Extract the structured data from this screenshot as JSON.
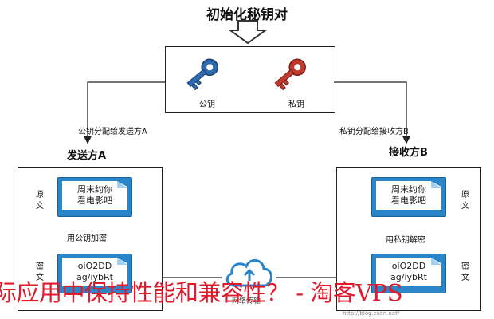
{
  "title": "初始化秘钥对",
  "keys": {
    "public_label": "公钥",
    "private_label": "私钥",
    "public_color": "#2f6db3",
    "private_color": "#c0392b"
  },
  "edges": {
    "to_sender": "公钥分配给发送方A",
    "to_receiver": "私钥分配给接收方B"
  },
  "sender": {
    "name": "发送方A",
    "plain_side": "原文",
    "cipher_side": "密文",
    "plain_text_lines": [
      "周末约你",
      "看电影吧"
    ],
    "step": "用公钥加密",
    "cipher_text_lines": [
      "oiO2DD",
      "ag/iybRt"
    ]
  },
  "receiver": {
    "name": "接收方B",
    "plain_side": "原文",
    "cipher_side": "密文",
    "plain_text_lines": [
      "周末约你",
      "看电影吧"
    ],
    "step": "用私钥解密",
    "cipher_text_lines": [
      "oiO2DD",
      "ag/iybRt"
    ]
  },
  "network_label": "网络传输",
  "overlay_text": "际应用中保持性能和兼容性？ - 淘客VPS",
  "watermark": "http://blog.csdn.net/"
}
